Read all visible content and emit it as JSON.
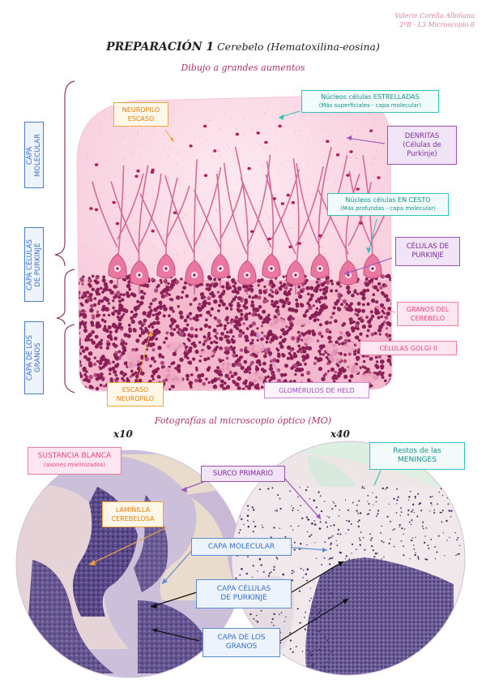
{
  "author": {
    "name": "Valerie Corella Albiñana",
    "group": "2ºB - L3 Microscopio 8"
  },
  "title": {
    "prefix": "PREPARACIÓN 1",
    "rest": "Cerebelo (Hematoxilina-eosina)"
  },
  "subtitle": "Dibujo a grandes aumentos",
  "layers_drawing": [
    "CAPA\nMOLECULAR",
    "CAPA CÉLULAS\nDE PURKINJE",
    "CAPA DE LOS\nGRANOS"
  ],
  "drawing_labels": {
    "neuropilo_escaso_top": {
      "l1": "NEUROPILO",
      "l2": "ESCASO"
    },
    "estrelladas": {
      "l1": "Núcleos células ESTRELLADAS",
      "l2": "(Más superficiales - capa molecular)"
    },
    "dendritas": {
      "l1": "DENRITAS",
      "l2": "(Células de",
      "l3": "Purkinje)"
    },
    "cesto": {
      "l1": "Núcleos células EN CESTO",
      "l2": "(Más profundas - capa molecular)"
    },
    "purkinje": {
      "l1": "CÉLULAS DE",
      "l2": "PURKINJE"
    },
    "granos": {
      "l1": "GRANOS DEL",
      "l2": "CEREBELO"
    },
    "golgi": "CÉLULAS GOLGI II",
    "neuropilo_escaso_bottom": {
      "l1": "ESCASO",
      "l2": "NEUROPILO"
    },
    "glomerulos": "GLOMÉRULOS DE HELD"
  },
  "section_title": "Fotografías al microscopio óptico (MO)",
  "magnifications": {
    "left": "x10",
    "right": "x40"
  },
  "photo_labels": {
    "sustancia": {
      "l1": "SUSTANCIA BLANCA",
      "l2": "(axones mielinizados)"
    },
    "surco": "SURCO PRIMARIO",
    "meninges": {
      "l1": "Restos de las",
      "l2": "MENINGES"
    },
    "laminilla": {
      "l1": "LAMINILLA",
      "l2": "CEREBELOSA"
    },
    "molecular": "CAPA MOLECULAR",
    "purkinje": {
      "l1": "CAPA CÉLULAS",
      "l2": "DE PURKINJE"
    },
    "granos": {
      "l1": "CAPA DE LOS",
      "l2": "GRANOS"
    }
  },
  "colors": {
    "pink_title": "#a8336a",
    "blue_layer": "#4a7fd0",
    "orange": "#f0a43a",
    "teal": "#34c2b8",
    "purple": "#9a52b8",
    "magenta_cells": "#8a1f55"
  }
}
